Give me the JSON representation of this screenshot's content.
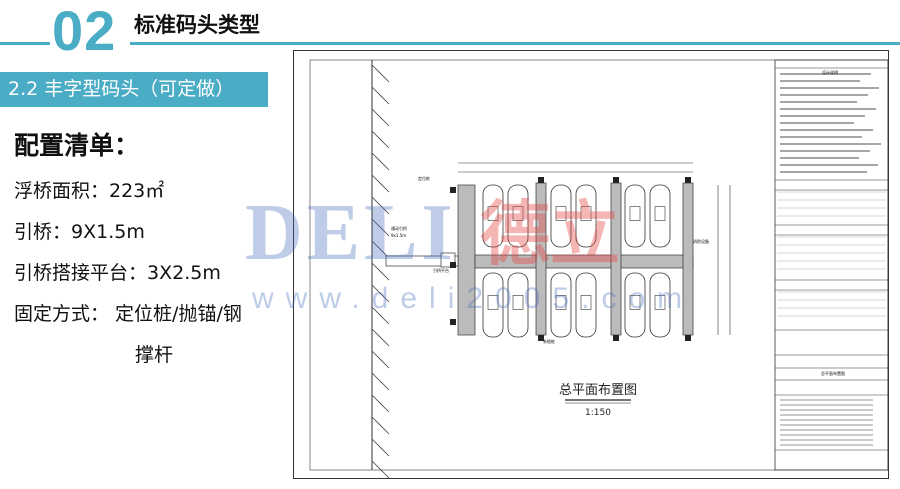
{
  "header": {
    "number": "02",
    "title": "标准码头类型"
  },
  "section": {
    "label": "2.2 丰字型码头（可定做）"
  },
  "config": {
    "heading": "配置清单：",
    "items": [
      "浮桥面积：223㎡",
      "引桥：9X1.5m",
      "引桥搭接平台：3X2.5m",
      "固定方式： 定位桩/抛锚/钢",
      "撑杆"
    ]
  },
  "drawing": {
    "title": "总平面布置图",
    "scale": "1:150",
    "notes_title": "设计说明",
    "labels": {
      "pile": "定位桩",
      "gangway": "通动引桥",
      "gangway_size": "9x1.5m",
      "platform": "引桥平台",
      "finger": "系缆桩",
      "fender": "消防设备"
    },
    "block_title": "总平面布置图"
  },
  "watermark": {
    "brand": "DELI",
    "cn": "德立",
    "url": "www.deli2005.com"
  },
  "colors": {
    "accent": "#4bacc6"
  }
}
